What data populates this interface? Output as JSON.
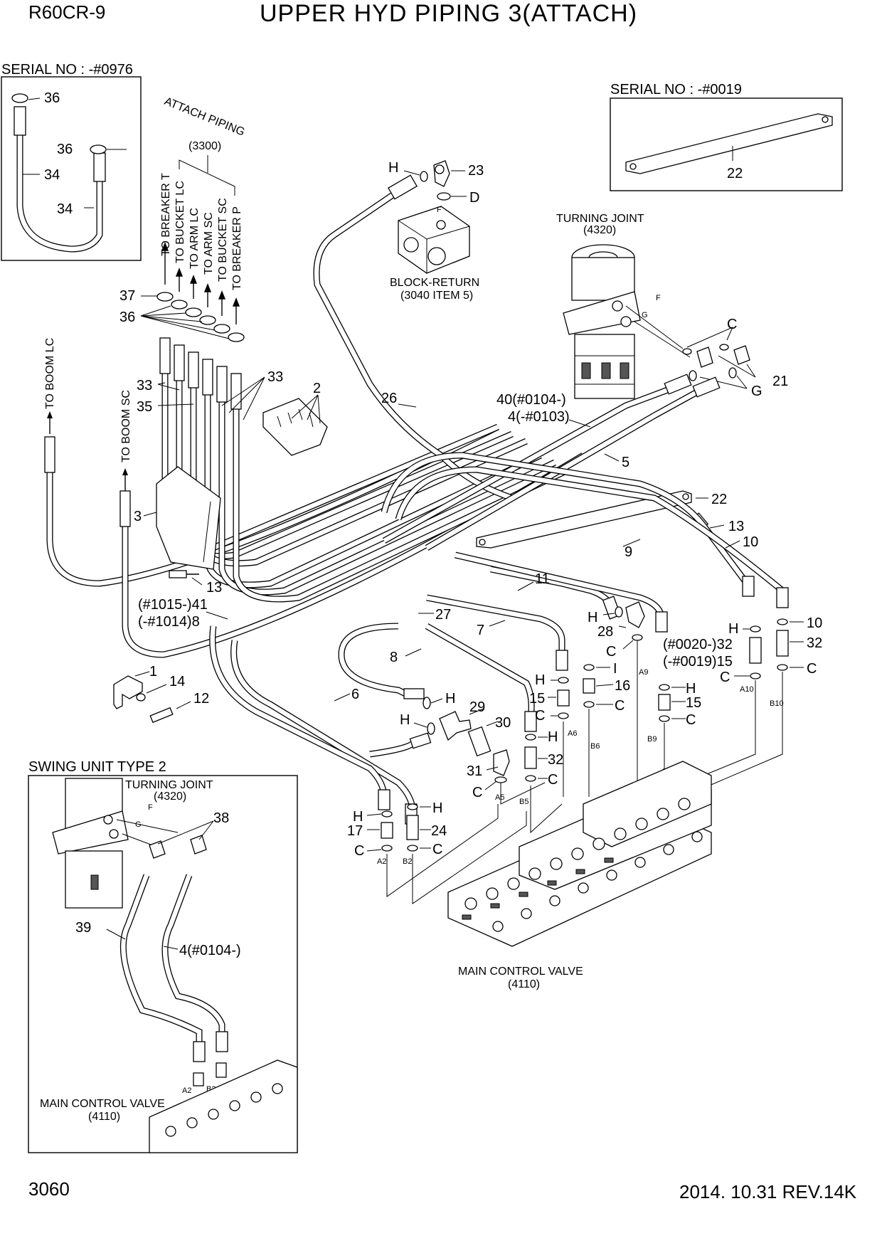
{
  "header": {
    "model": "R60CR-9",
    "title": "UPPER HYD PIPING 3(ATTACH)"
  },
  "footer": {
    "page_number": "3060",
    "revision": "2014. 10.31  REV.14K"
  },
  "insets": {
    "serial_left": {
      "title": "SERIAL NO : -#0976",
      "callouts": [
        "36",
        "34",
        "36",
        "34"
      ]
    },
    "serial_right": {
      "title": "SERIAL NO : -#0019",
      "callouts": [
        "22"
      ]
    },
    "swing_unit": {
      "title": "SWING UNIT TYPE 2",
      "turning_joint": "TURNING JOINT",
      "turning_joint_code": "(4320)",
      "main_valve": "MAIN CONTROL VALVE",
      "main_valve_code": "(4110)",
      "callouts": [
        "38",
        "39",
        "4(#0104-)"
      ],
      "ports": [
        "F",
        "G",
        "A2",
        "B2"
      ]
    }
  },
  "labels": {
    "attach_piping": "ATTACH PIPING",
    "attach_piping_code": "(3300)",
    "to_breaker_t": "TO BREAKER T",
    "to_bucket_lc": "TO BUCKET LC",
    "to_arm_lc": "TO ARM LC",
    "to_arm_sc": "TO ARM SC",
    "to_bucket_sc": "TO BUCKET SC",
    "to_breaker_p": "TO BREAKER P",
    "to_boom_lc": "TO BOOM LC",
    "to_boom_sc": "TO BOOM SC",
    "block_return": "BLOCK-RETURN",
    "block_return_code": "(3040 ITEM 5)",
    "turning_joint": "TURNING JOINT",
    "turning_joint_code": "(4320)",
    "main_valve": "MAIN CONTROL VALVE",
    "main_valve_code": "(4110)"
  },
  "callouts": {
    "c37": "37",
    "c36": "36",
    "c33a": "33",
    "c35": "35",
    "c33b": "33",
    "c2": "2",
    "c26": "26",
    "c3": "3",
    "c13a": "13",
    "c41": "(#1015-)41",
    "c8a": "(-#1014)8",
    "c1": "1",
    "c14": "14",
    "c12": "12",
    "c23": "23",
    "cH1": "H",
    "cD": "D",
    "cF": "F",
    "c40": "40(#0104-)",
    "c4": "4(-#0103)",
    "c5": "5",
    "cC1": "C",
    "c21": "21",
    "cG": "G",
    "c22": "22",
    "c13b": "13",
    "c9": "9",
    "c10": "10",
    "c11": "11",
    "c27": "27",
    "c7": "7",
    "c8b": "8",
    "c6": "6",
    "cH2": "H",
    "c29": "29",
    "cH3": "H",
    "c30": "30",
    "c31": "31",
    "cC2": "C",
    "cH4": "H",
    "c28": "28",
    "cC3": "C",
    "cI": "I",
    "c16": "16",
    "cH5": "H",
    "c15a": "15",
    "cC4": "C",
    "cH6": "H",
    "c32a": "32",
    "cC5": "C",
    "c32b": "(#0020-)32",
    "c15b": "(-#0019)15",
    "cH7": "H",
    "c32c": "32",
    "cC6": "C",
    "cC7": "C",
    "cH8": "H",
    "c15c": "15",
    "cC8": "C",
    "cH9": "H",
    "c17": "17",
    "cC9": "C",
    "cH10": "H",
    "c24": "24",
    "cC10": "C"
  },
  "ports": [
    "A2",
    "B2",
    "A5",
    "B5",
    "A6",
    "B6",
    "A9",
    "B9",
    "A10",
    "B10",
    "F",
    "G"
  ]
}
